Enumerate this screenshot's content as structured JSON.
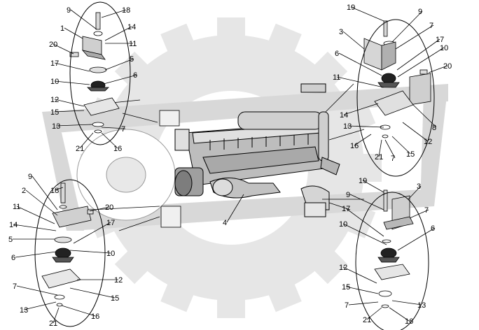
{
  "diagram": {
    "callouts": {
      "tl": [
        "9",
        "18",
        "14",
        "11",
        "1",
        "20",
        "5",
        "17",
        "6",
        "10",
        "12",
        "15",
        "13",
        "7",
        "21",
        "16"
      ],
      "tr": [
        "19",
        "9",
        "7",
        "3",
        "17",
        "10",
        "6",
        "20",
        "11",
        "14",
        "8",
        "13",
        "12",
        "16",
        "21",
        "7",
        "15"
      ],
      "center": [
        "4"
      ],
      "bl": [
        "9",
        "18",
        "2",
        "20",
        "11",
        "17",
        "14",
        "5",
        "10",
        "6",
        "7",
        "12",
        "15",
        "13",
        "21",
        "16"
      ],
      "br": [
        "19",
        "3",
        "9",
        "7",
        "17",
        "10",
        "6",
        "12",
        "15",
        "7",
        "13",
        "21",
        "16"
      ]
    }
  }
}
